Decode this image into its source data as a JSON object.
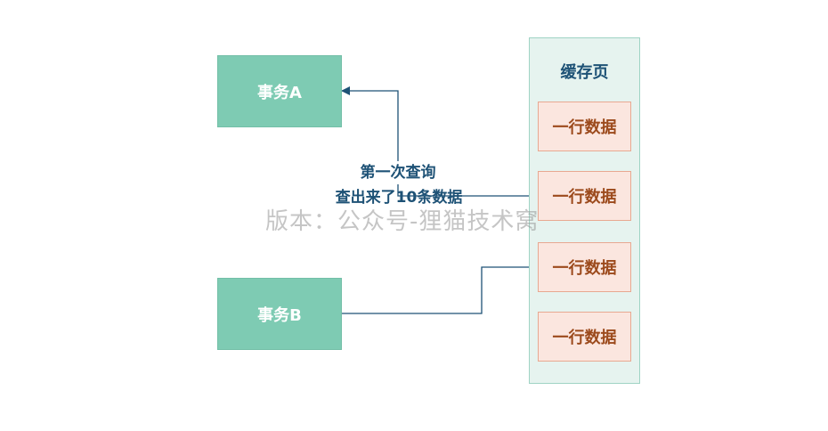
{
  "transactions": {
    "a": "事务A",
    "b": "事务B"
  },
  "cache": {
    "title": "缓存页",
    "rows": [
      "一行数据",
      "一行数据",
      "一行数据",
      "一行数据"
    ]
  },
  "query_label": {
    "line1": "第一次查询",
    "line2": "查出来了10条数据"
  },
  "watermark": "版本：公众号-狸猫技术窝",
  "colors": {
    "transaction_fill": "#7ecbb3",
    "cache_fill": "#e6f3ef",
    "row_fill": "#fbe6df",
    "arrow": "#1e5276"
  }
}
